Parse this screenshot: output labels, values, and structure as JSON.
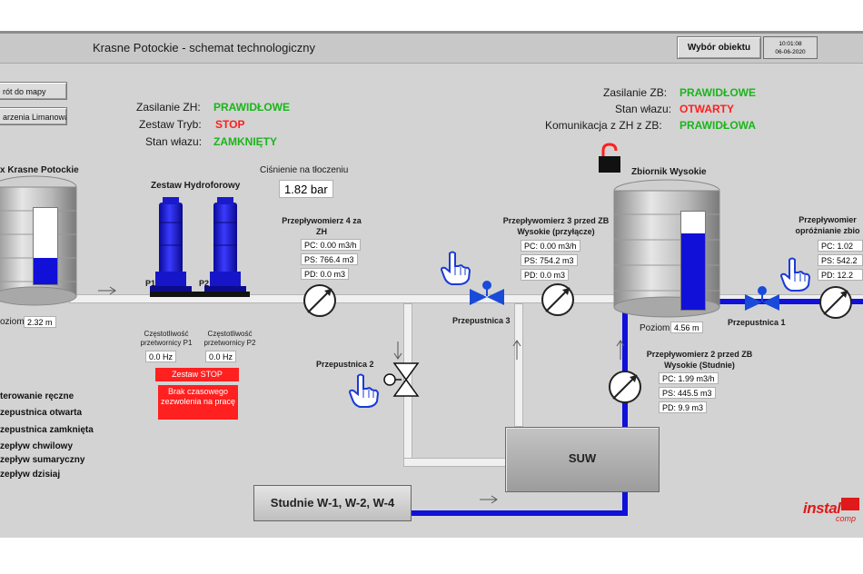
{
  "header": {
    "title": "Krasne Potockie - schemat technologiczny",
    "object_button": "Wybór obiektu",
    "clock_time": "10:01:08",
    "clock_date": "06-06-2020"
  },
  "nav": {
    "back_to_map": "rót do mapy",
    "limanowa": "arzenia Limanowa"
  },
  "zh_status": {
    "zasilanie_label": "Zasilanie ZH:",
    "zasilanie_value": "PRAWIDŁOWE",
    "tryb_label": "Zestaw Tryb:",
    "tryb_value": "STOP",
    "wlaz_label": "Stan włazu:",
    "wlaz_value": "ZAMKNIĘTY"
  },
  "zb_status": {
    "zasilanie_label": "Zasilanie ZB:",
    "zasilanie_value": "PRAWIDŁOWE",
    "wlaz_label": "Stan włazu:",
    "wlaz_value": "OTWARTY",
    "komunikacja_label": "Komunikacja z ZH z ZB:",
    "komunikacja_value": "PRAWIDŁOWA"
  },
  "tank_left": {
    "label": "x Krasne Potockie",
    "level_label": "oziom",
    "level_value": "2.32 m",
    "fill_level": 0.35
  },
  "hydro": {
    "title": "Zestaw Hydroforowy",
    "p1": "P1",
    "p2": "P2",
    "freq1_label": "Częstotliwość przetwornicy P1",
    "freq2_label": "Częstotliwość przetwornicy P2",
    "freq1_value": "0.0 Hz",
    "freq2_value": "0.0 Hz",
    "stop_label": "Zestaw STOP",
    "alarm_label": "Brak czasowego zezwolenia na pracę"
  },
  "pressure": {
    "label": "Ciśnienie na tłoczeniu",
    "value": "1.82 bar"
  },
  "fm4": {
    "title": "Przepływomierz 4 za ZH",
    "pc": "PC:  0.00 m3/h",
    "ps": "PS:  766.4 m3",
    "pd": "PD:  0.0 m3"
  },
  "fm3": {
    "title": "Przepływomierz 3 przed ZB Wysokie (przyłącze)",
    "pc": "PC:  0.00 m3/h",
    "ps": "PS:  754.2 m3",
    "pd": "PD:  0.0 m3"
  },
  "fm2": {
    "title": "Przepływomierz 2 przed ZB Wysokie (Studnie)",
    "pc": "PC:  1.99 m3/h",
    "ps": "PS:  445.5 m3",
    "pd": "PD:  9.9 m3"
  },
  "fm1": {
    "title": "Przepływomier opróżnianie zbio",
    "pc": "PC:  1.02",
    "ps": "PS:  542.2",
    "pd": "PD:  12.2"
  },
  "valves": {
    "v1": "Przepustnica 1",
    "v2": "Przepustnica 2",
    "v3": "Przepustnica 3"
  },
  "tank_right": {
    "label": "Zbiornik Wysokie",
    "level_label": "Poziom",
    "level_value": "4.56 m",
    "fill_level": 0.78
  },
  "suw": {
    "label": "SUW"
  },
  "wells": {
    "label": "Studnie W-1, W-2, W-4"
  },
  "legend": {
    "items": [
      "terowanie ręczne",
      "zepustnica otwarta",
      "zepustnica zamknięta",
      "zepływ chwilowy",
      "zepływ sumaryczny",
      "zepływ dzisiaj"
    ]
  },
  "logo": {
    "top": "instal",
    "bottom": "comp"
  },
  "colors": {
    "ok": "#1bb51b",
    "alarm": "#ff1f1f",
    "water": "#1010d8",
    "pump": "#1a1ad8"
  }
}
